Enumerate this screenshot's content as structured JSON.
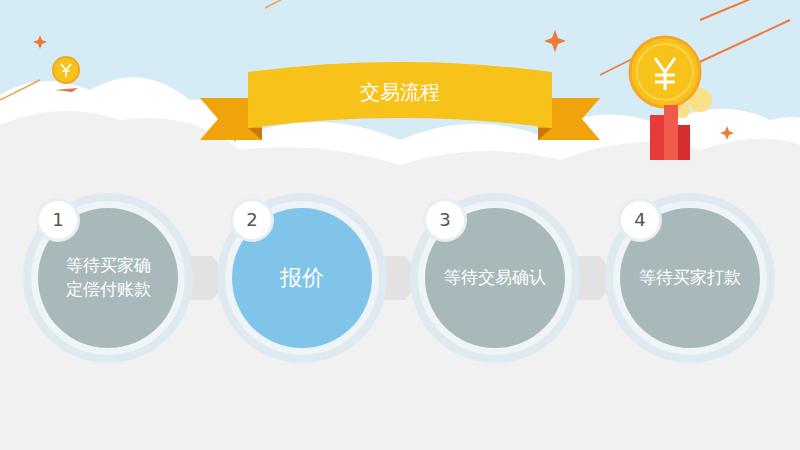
{
  "diagram": {
    "title": "交易流程",
    "nodes": [
      {
        "text": [
          "1",
          "等待买家确定偿付账款"
        ]
      },
      {
        "text": [
          "2",
          "报价"
        ]
      },
      {
        "text": [
          "3",
          "等待交易确认"
        ]
      },
      {
        "text": [
          "4",
          "等待买家打款"
        ]
      }
    ],
    "edges": [
      {
        "from": 0,
        "to": 1,
        "arrow": "to"
      },
      {
        "from": 1,
        "to": 2,
        "arrow": "to"
      },
      {
        "from": 2,
        "to": 3,
        "arrow": "to"
      }
    ]
  }
}
